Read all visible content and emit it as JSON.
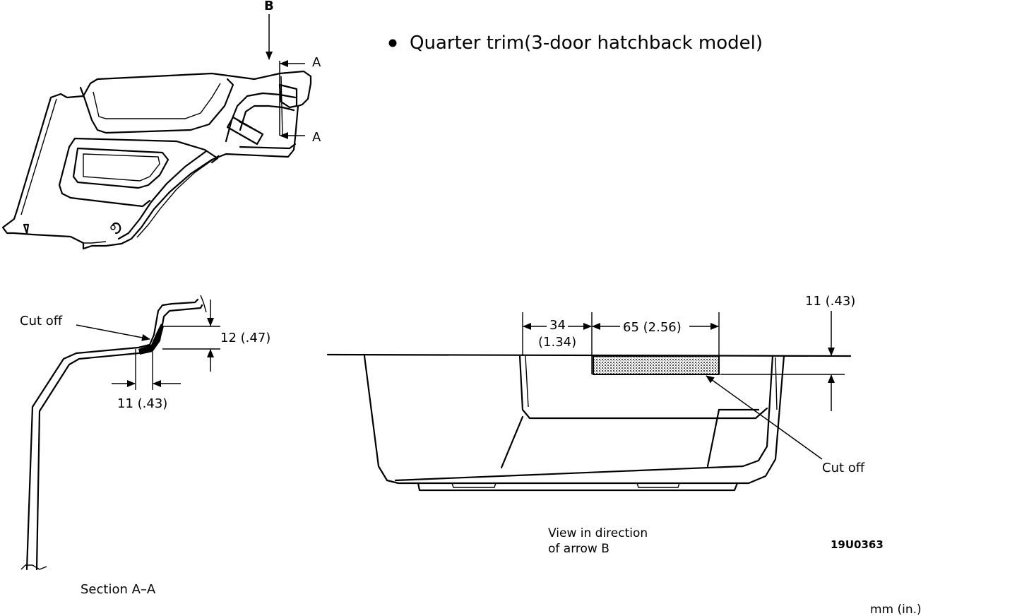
{
  "title": "Quarter trim(3-door hatchback model)",
  "bullet": "●",
  "labels": {
    "arrow_b": "B",
    "section_mark_top": "A",
    "section_mark_bottom": "A",
    "section_caption": "Section A–A",
    "view_caption_line1": "View in direction",
    "view_caption_line2": "of arrow B",
    "cut_off_section": "Cut off",
    "cut_off_view": "Cut off",
    "figure_code": "19U0363",
    "units": "mm (in.)"
  },
  "dimensions": {
    "section_height": "12 (.47)",
    "section_width": "11 (.43)",
    "view_offset_mm": "34",
    "view_offset_in": "(1.34)",
    "view_width": "65 (2.56)",
    "view_depth": "11 (.43)"
  }
}
